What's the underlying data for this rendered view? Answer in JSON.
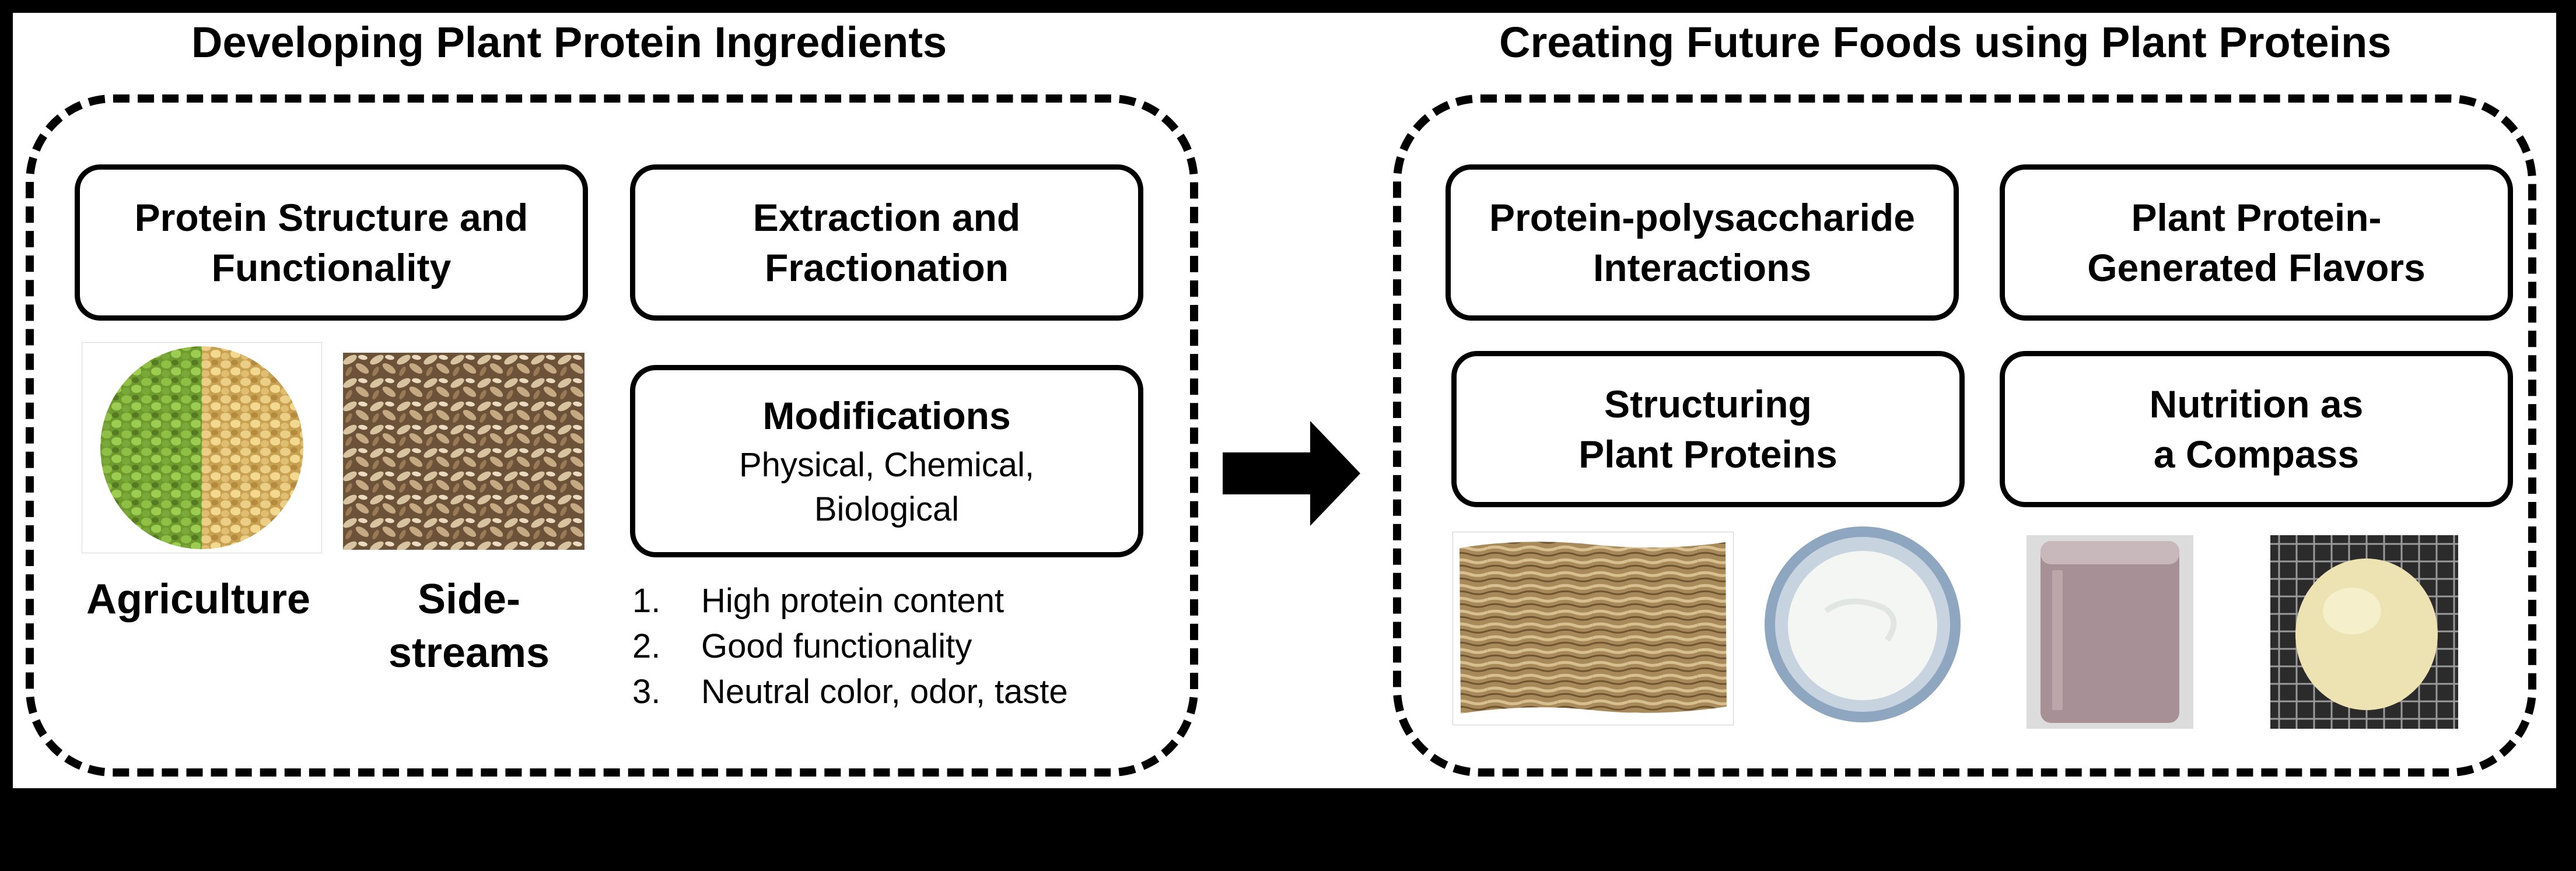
{
  "left": {
    "title": "Developing Plant Protein Ingredients",
    "boxes": [
      {
        "line1": "Protein Structure and",
        "line2": "Functionality"
      },
      {
        "line1": "Extraction and",
        "line2": "Fractionation"
      },
      {
        "title": "Modifications",
        "line1": "Physical, Chemical,",
        "line2": "Biological"
      }
    ],
    "labels": {
      "agriculture": "Agriculture",
      "sidestreams_1": "Side-",
      "sidestreams_2": "streams"
    },
    "list": [
      {
        "num": "1.",
        "text": "High protein content"
      },
      {
        "num": "2.",
        "text": "Good functionality"
      },
      {
        "num": "3.",
        "text": "Neutral color, odor, taste"
      }
    ]
  },
  "right": {
    "title": "Creating Future Foods using Plant Proteins",
    "boxes": [
      {
        "line1": "Protein-polysaccharide",
        "line2": "Interactions"
      },
      {
        "line1": "Plant Protein-",
        "line2": "Generated Flavors"
      },
      {
        "line1": "Structuring",
        "line2": "Plant Proteins"
      },
      {
        "line1": "Nutrition as",
        "line2": "a Compass"
      }
    ]
  },
  "colors": {
    "background": "#000000",
    "panel": "#ffffff",
    "border": "#000000"
  }
}
